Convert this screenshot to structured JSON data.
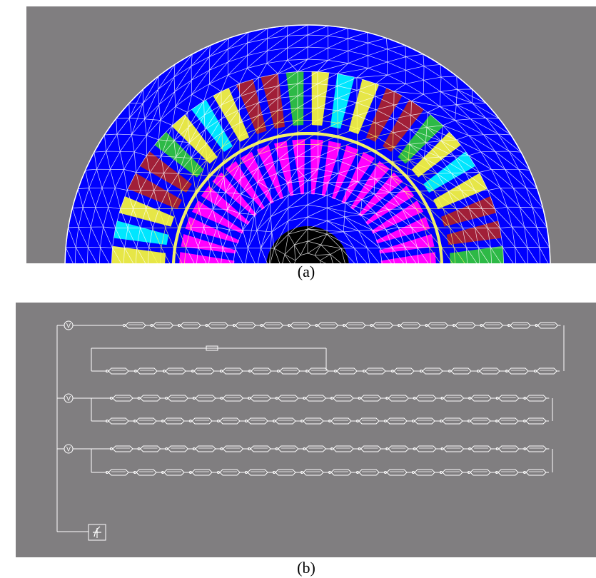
{
  "figure": {
    "caption_a": "(a)",
    "caption_b": "(b)"
  },
  "colors": {
    "background": "#807e80",
    "stator_yoke": "#0000ff",
    "rotor_bars": "#ff00ff",
    "coil_red": "#b22222",
    "coil_green": "#32cd32",
    "coil_yellow": "#ffff33",
    "coil_cyan": "#00ffff",
    "shaft": "#000000",
    "mesh_white": "#ffffff",
    "mesh_yellow": "#ffff66"
  },
  "circuit": {
    "sources": [
      "V",
      "V",
      "V"
    ],
    "external_element": "external-circuit-icon"
  }
}
